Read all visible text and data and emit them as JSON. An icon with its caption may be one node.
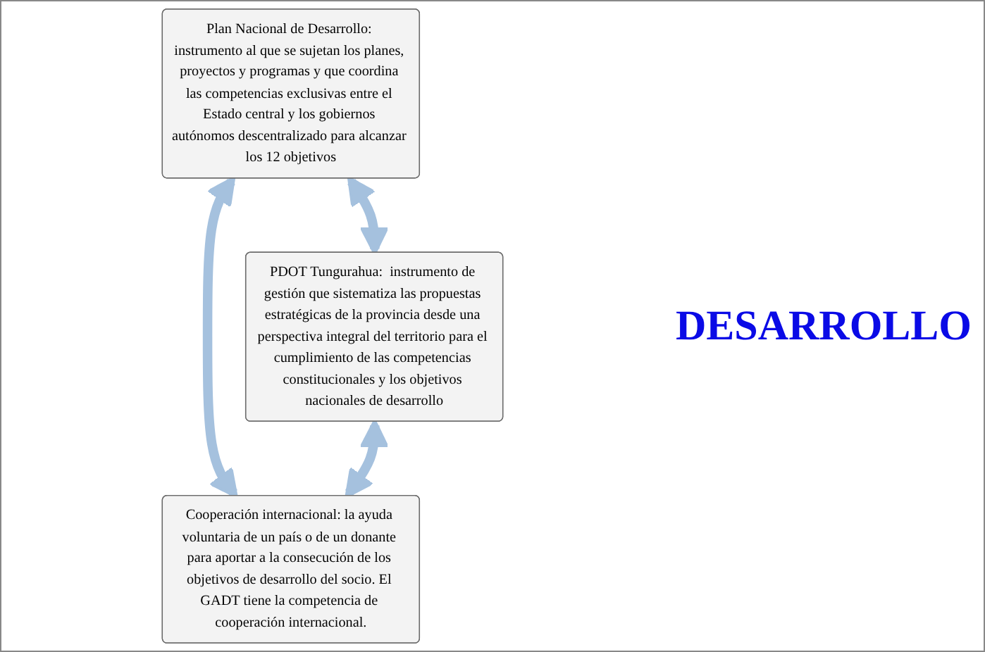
{
  "diagram": {
    "nodes": [
      {
        "text": [
          "Plan Nacional de Desarrollo: instrumento al que se sujetan los planes, proyectos y programas y que coordina las competencias exclusivas entre el Estado central y los gobiernos autónomos descentralizado para alcanzar los 12 objetivos"
        ]
      },
      {
        "text": [
          "PDOT Tungurahua:  instrumento de gestión que sistematiza las propuestas estratégicas de la provincia desde una perspectiva integral del territorio para el cumplimiento de las competencias constitucionales y los objetivos nacionales de desarrollo"
        ]
      },
      {
        "text": [
          "Cooperación internacional: la ayuda voluntaria de un país o de un donante para aportar a la consecución de los objetivos de desarrollo del socio. El GADT tiene la competencia de cooperación internacional."
        ]
      }
    ],
    "edges": [
      {
        "from": 0,
        "to": 1,
        "arrow": "both"
      },
      {
        "from": 0,
        "to": 2,
        "arrow": "both"
      },
      {
        "from": 1,
        "to": 2,
        "arrow": "both"
      }
    ],
    "labels": [
      "DESARROLLO"
    ]
  }
}
